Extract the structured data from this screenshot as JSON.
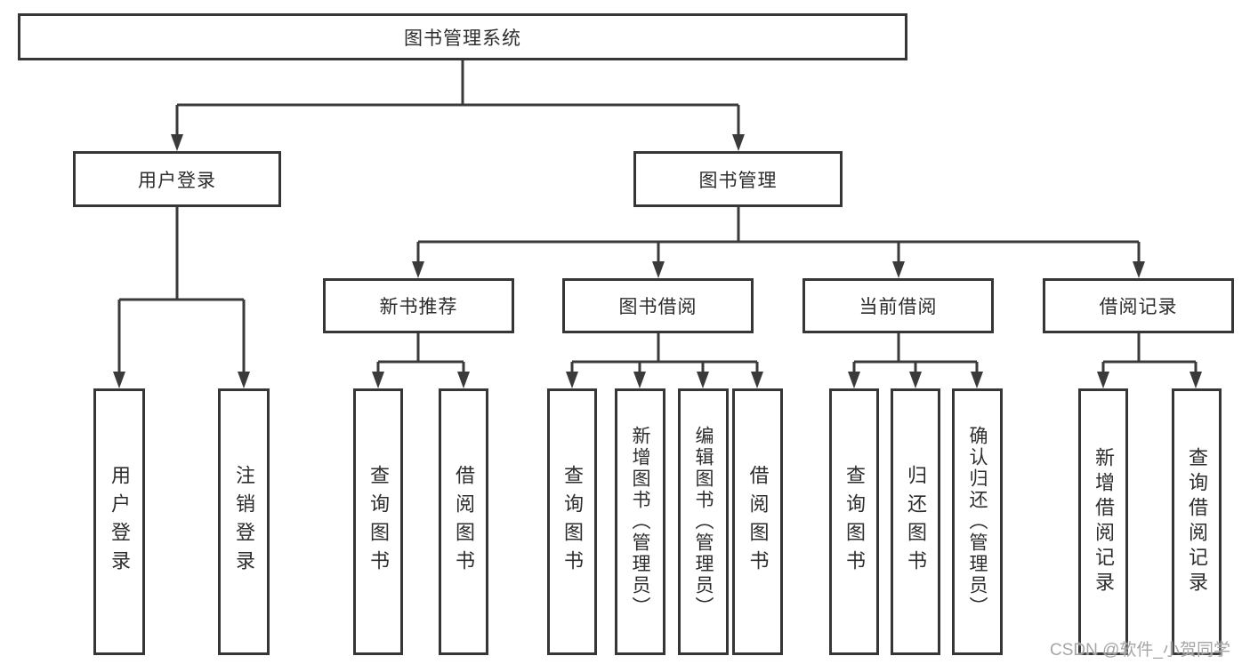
{
  "nodes": {
    "root": "图书管理系统",
    "user_login": "用户登录",
    "book_management": "图书管理",
    "new_book_recommend": "新书推荐",
    "book_borrowing": "图书借阅",
    "current_borrowing": "当前借阅",
    "borrowing_records": "借阅记录"
  },
  "leaves": {
    "user_login": "用户登录",
    "logout": "注销登录",
    "nb_query_books": "查询图书",
    "nb_borrow_books": "借阅图书",
    "bb_query_books": "查询图书",
    "bb_add_books": "新增图书（管理员）",
    "bb_edit_books": "编辑图书（管理员）",
    "bb_borrow_books": "借阅图书",
    "cb_query_books": "查询图书",
    "cb_return_books": "归还图书",
    "cb_confirm_return": "确认归还（管理员）",
    "br_add_record": "新增借阅记录",
    "br_query_record": "查询借阅记录"
  },
  "watermark": "CSDN @软件_小贺同学",
  "colors": {
    "line": "#3a3a3a",
    "border": "#363636",
    "text": "#2d2d2d",
    "watermark": "#a6a6a6",
    "background": "#ffffff"
  }
}
